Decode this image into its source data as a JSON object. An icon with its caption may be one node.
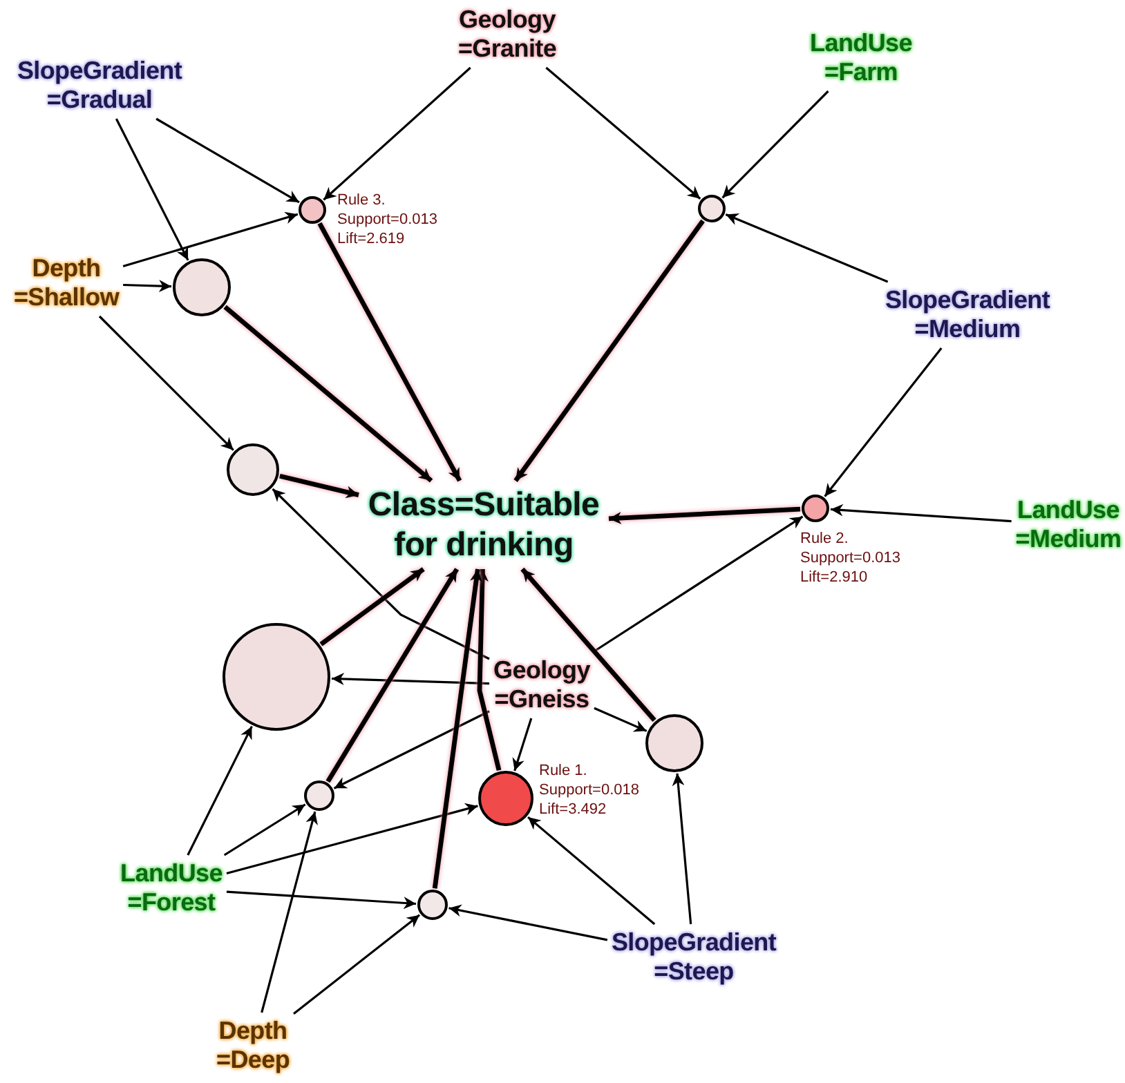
{
  "diagram": {
    "nodes": [
      {
        "text": [
          "Geology =Granite"
        ]
      },
      {
        "text": [
          "SlopeGradient =Gradual"
        ]
      },
      {
        "text": [
          "LandUse =Farm"
        ]
      },
      {
        "text": [
          "Depth =Shallow"
        ]
      },
      {
        "text": [
          "SlopeGradient =Medium"
        ]
      },
      {
        "text": [
          "Class=Suitable for drinking"
        ]
      },
      {
        "text": [
          "LandUse =Medium"
        ]
      },
      {
        "text": [
          "Geology =Gneiss"
        ]
      },
      {
        "text": [
          "LandUse =Forest"
        ]
      },
      {
        "text": [
          "SlopeGradient =Steep"
        ]
      },
      {
        "text": [
          "Depth =Deep"
        ]
      },
      {
        "text": [],
        "shape": "circle",
        "beside": [
          "Rule 3.",
          "Support=0.013",
          "Lift=2.619"
        ]
      },
      {
        "text": [],
        "shape": "circle"
      },
      {
        "text": [],
        "shape": "circle"
      },
      {
        "text": [],
        "shape": "circle"
      },
      {
        "text": [],
        "shape": "circle",
        "beside": [
          "Rule 2.",
          "Support=0.013",
          "Lift=2.910"
        ]
      },
      {
        "text": [],
        "shape": "circle"
      },
      {
        "text": [],
        "shape": "circle"
      },
      {
        "text": [],
        "shape": "circle"
      },
      {
        "text": [],
        "shape": "circle",
        "beside": [
          "Rule 1.",
          "Support=0.018",
          "Lift=3.492"
        ]
      },
      {
        "text": [],
        "shape": "circle"
      }
    ],
    "edges": [
      {
        "from": 1,
        "to": 11,
        "arrow": "to"
      },
      {
        "from": 0,
        "to": 11,
        "arrow": "to"
      },
      {
        "from": 3,
        "to": 11,
        "arrow": "to"
      },
      {
        "from": 11,
        "to": 5,
        "arrow": "to",
        "style": "thick"
      },
      {
        "from": 0,
        "to": 12,
        "arrow": "to"
      },
      {
        "from": 2,
        "to": 12,
        "arrow": "to"
      },
      {
        "from": 4,
        "to": 12,
        "arrow": "to"
      },
      {
        "from": 12,
        "to": 5,
        "arrow": "to",
        "style": "thick"
      },
      {
        "from": 1,
        "to": 13,
        "arrow": "to"
      },
      {
        "from": 3,
        "to": 13,
        "arrow": "to"
      },
      {
        "from": 13,
        "to": 5,
        "arrow": "to",
        "style": "thick"
      },
      {
        "from": 3,
        "to": 14,
        "arrow": "to"
      },
      {
        "from": 7,
        "to": 14,
        "arrow": "to"
      },
      {
        "from": 14,
        "to": 5,
        "arrow": "to",
        "style": "thick"
      },
      {
        "from": 4,
        "to": 15,
        "arrow": "to"
      },
      {
        "from": 6,
        "to": 15,
        "arrow": "to"
      },
      {
        "from": 7,
        "to": 15,
        "arrow": "to"
      },
      {
        "from": 15,
        "to": 5,
        "arrow": "to",
        "style": "thick"
      },
      {
        "from": 7,
        "to": 16,
        "arrow": "to"
      },
      {
        "from": 8,
        "to": 16,
        "arrow": "to"
      },
      {
        "from": 16,
        "to": 5,
        "arrow": "to",
        "style": "thick"
      },
      {
        "from": 7,
        "to": 17,
        "arrow": "to"
      },
      {
        "from": 9,
        "to": 17,
        "arrow": "to"
      },
      {
        "from": 17,
        "to": 5,
        "arrow": "to",
        "style": "thick"
      },
      {
        "from": 7,
        "to": 18,
        "arrow": "to"
      },
      {
        "from": 8,
        "to": 18,
        "arrow": "to"
      },
      {
        "from": 10,
        "to": 18,
        "arrow": "to"
      },
      {
        "from": 18,
        "to": 5,
        "arrow": "to",
        "style": "thick"
      },
      {
        "from": 7,
        "to": 19,
        "arrow": "to"
      },
      {
        "from": 8,
        "to": 19,
        "arrow": "to"
      },
      {
        "from": 9,
        "to": 19,
        "arrow": "to"
      },
      {
        "from": 19,
        "to": 5,
        "arrow": "to",
        "style": "thick"
      },
      {
        "from": 8,
        "to": 20,
        "arrow": "to"
      },
      {
        "from": 10,
        "to": 20,
        "arrow": "to"
      },
      {
        "from": 9,
        "to": 20,
        "arrow": "to"
      },
      {
        "from": 20,
        "to": 5,
        "arrow": "to",
        "style": "thick"
      }
    ]
  }
}
